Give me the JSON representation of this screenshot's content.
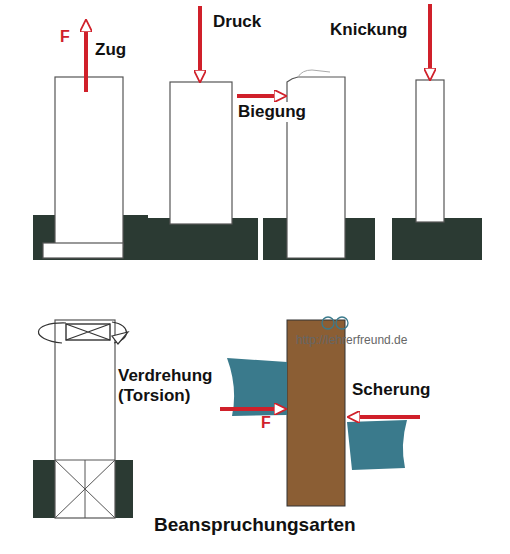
{
  "diagram": {
    "title": "Beanspruchungsarten",
    "labels": [
      "F",
      "Zug",
      "Druck",
      "Biegung",
      "Knickung",
      "Verdrehung (Torsion)",
      "http://lehrerfreund.de",
      "Scherung",
      "F"
    ]
  }
}
